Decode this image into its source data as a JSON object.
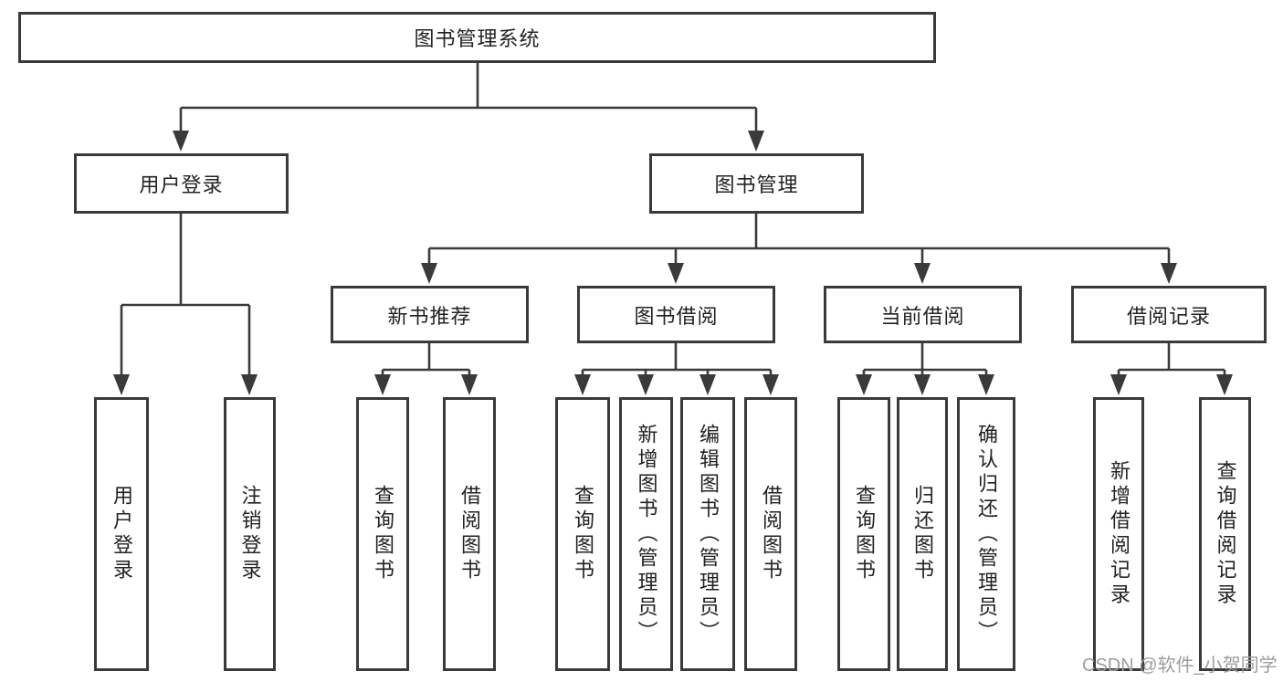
{
  "tree": {
    "root": {
      "label": "图书管理系统"
    },
    "level2": [
      {
        "label": "用户登录",
        "children": [
          {
            "label": "用户登录"
          },
          {
            "label": "注销登录"
          }
        ]
      },
      {
        "label": "图书管理",
        "children": [
          {
            "label": "新书推荐",
            "children": [
              {
                "label": "查询图书"
              },
              {
                "label": "借阅图书"
              }
            ]
          },
          {
            "label": "图书借阅",
            "children": [
              {
                "label": "查询图书"
              },
              {
                "label": "新增图书（管理员）"
              },
              {
                "label": "编辑图书（管理员）"
              },
              {
                "label": "借阅图书"
              }
            ]
          },
          {
            "label": "当前借阅",
            "children": [
              {
                "label": "查询图书"
              },
              {
                "label": "归还图书"
              },
              {
                "label": "确认归还（管理员）"
              }
            ]
          },
          {
            "label": "借阅记录",
            "children": [
              {
                "label": "新增借阅记录"
              },
              {
                "label": "查询借阅记录"
              }
            ]
          }
        ]
      }
    ]
  },
  "watermark": {
    "text": "CSDN @软件_小贺同学"
  },
  "colors": {
    "line": "#3a3a3a",
    "text": "#222222",
    "background": "#ffffff",
    "watermark": "#9d9d9d"
  }
}
